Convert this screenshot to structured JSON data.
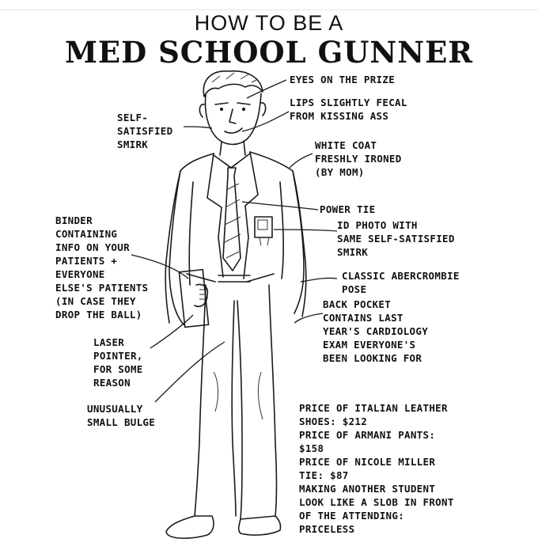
{
  "title": {
    "line1": "HOW TO BE A",
    "line2": "MED SCHOOL GUNNER"
  },
  "labels": {
    "eyes": "EYES ON THE PRIZE",
    "lips": "LIPS SLIGHTLY FECAL\nFROM KISSING ASS",
    "smirk": "SELF-\nSATISFIED\nSMIRK",
    "coat": "WHITE COAT\nFRESHLY IRONED\n(BY MOM)",
    "tie": "POWER TIE",
    "id_photo": "ID PHOTO WITH\nSAME SELF-SATISFIED\nSMIRK",
    "binder": "BINDER\nCONTAINING\nINFO ON YOUR\nPATIENTS +\nEVERYONE\nELSE'S PATIENTS\n(IN CASE THEY\nDROP THE BALL)",
    "pose": "CLASSIC ABERCROMBIE\nPOSE",
    "pocket": "BACK POCKET\nCONTAINS LAST\nYEAR'S CARDIOLOGY\nEXAM EVERYONE'S\nBEEN LOOKING FOR",
    "laser": "LASER\nPOINTER,\nFOR SOME\nREASON",
    "bulge": "UNUSUALLY\nSMALL BULGE",
    "prices": "PRICE OF ITALIAN LEATHER\nSHOES: $212\nPRICE OF ARMANI PANTS:\n$158\nPRICE OF NICOLE MILLER\nTIE: $87\nMAKING ANOTHER STUDENT\nLOOK LIKE A SLOB IN FRONT\nOF THE ATTENDING:\nPRICELESS"
  }
}
